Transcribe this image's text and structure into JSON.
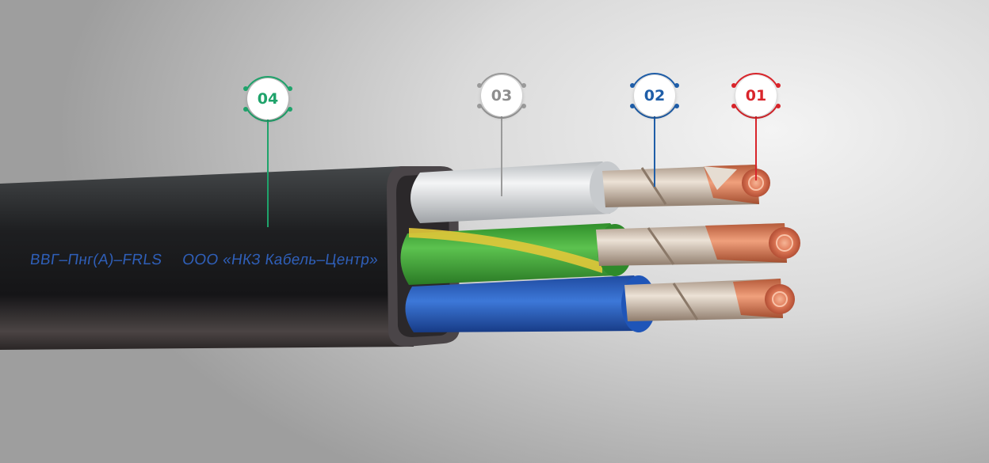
{
  "cable": {
    "marking_type": "ВВГ–Пнг(А)–FRLS",
    "marking_maker": "ООО «НКЗ Кабель–Центр»",
    "marking_color": "#2f5fb8"
  },
  "callouts": [
    {
      "label": "04",
      "color": "#1fa36b"
    },
    {
      "label": "03",
      "color": "#8e8e8e"
    },
    {
      "label": "02",
      "color": "#1f5ea8"
    },
    {
      "label": "01",
      "color": "#d9252b"
    }
  ],
  "colors": {
    "sheath": "#1c1c1e",
    "insulation_white": "#e8eaec",
    "insulation_green_yellow": "#3fae3a",
    "insulation_blue": "#2b5fc2",
    "copper": "#d9805c"
  }
}
